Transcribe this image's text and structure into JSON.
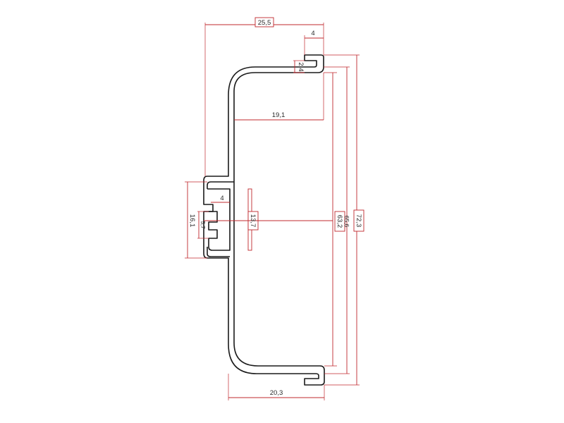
{
  "drawing": {
    "colors": {
      "profile": "#1a1a1a",
      "dimension": "#c0282e",
      "background": "#ffffff"
    },
    "dimensions": {
      "overall_width": "25,5",
      "lip_width": "4",
      "lip_height": "2,4",
      "inner_top_depth": "19,1",
      "slot_depth": "4",
      "slot_outer_height": "16,1",
      "slot_opening": "5,7",
      "slot_inner_height": "13,7",
      "inner_height": "63,2",
      "mid_height": "65,6",
      "overall_height": "72,3",
      "bottom_depth": "20,3"
    }
  }
}
